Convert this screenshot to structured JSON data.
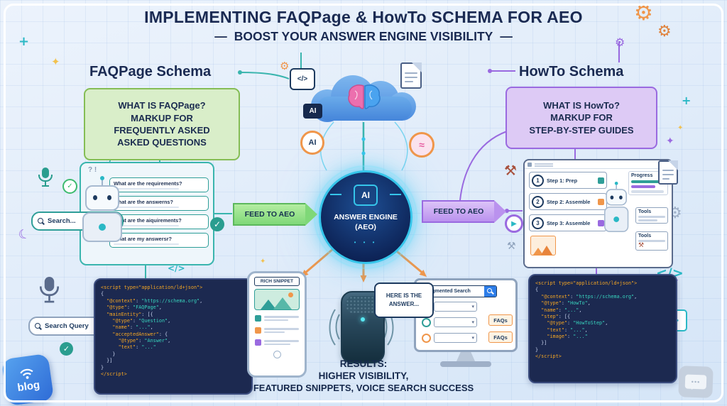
{
  "header": {
    "title": "IMPLEMENTING FAQPage & HowTo SCHEMA FOR AEO",
    "subtitle": "BOOST YOUR ANSWER ENGINE VISIBILITY",
    "dash": "—"
  },
  "faq_section": {
    "heading": "FAQPage Schema",
    "info_lines": [
      "WHAT IS FAQPage?",
      "MARKUP FOR",
      "FREQUENTLY ASKED",
      "ASKED QUESTIONS"
    ],
    "panel_doodle": "? !",
    "faq_items": [
      "What are the requirements?",
      "What are the answerns?",
      "What are the aiquirements?",
      "What are my answersr?"
    ],
    "search_placeholder": "Search...",
    "search_query_label": "Search Query",
    "code_chip": "</>",
    "code_lines": [
      "<script type=\"application/ld+json\">",
      "{",
      "  \"@context\": \"https://schema.org\",",
      "  \"@type\": \"FAQPage\",",
      "  \"mainEntity\": [{",
      "    \"@type\": \"Question\",",
      "    \"name\": \"...\",",
      "    \"acceptedAnswer\": {",
      "      \"@type\": \"Answer\",",
      "      \"text\": \"...\"",
      "    }",
      "  }]",
      "}",
      "</script>"
    ]
  },
  "center": {
    "code_chip_top": "</>",
    "cloud_ai_badge": "AI",
    "ai_ring_label": "AI",
    "core_label": "AI",
    "engine_line1": "ANSWER ENGINE",
    "engine_line2": "(AEO)",
    "feed_left_label": "FEED TO AEO",
    "feed_right_label": "FEED TO AEO"
  },
  "outputs": {
    "rich_snippet_label": "RICH SNIPPET",
    "here_line1": "HERE IS THE",
    "here_line2": "ANSWER...",
    "monitor_search_text": "Augmented Search",
    "faqs_badge": "FAQs",
    "results_line1": "RESULTS:",
    "results_line2": "HIGHER VISIBILITY,",
    "results_line3": "FEATURED SNIPPETS, VOICE SEARCH SUCCESS"
  },
  "howto_section": {
    "heading": "HowTo Schema",
    "info_lines": [
      "WHAT IS HowTo?",
      "MARKUP FOR",
      "STEP-BY-STEP GUIDES"
    ],
    "steps": [
      {
        "num": "1",
        "label": "Step 1: Prep"
      },
      {
        "num": "2",
        "label": "Step 2: Assemble"
      },
      {
        "num": "3",
        "label": "Step 3: Assemble"
      }
    ],
    "progress_label": "Progress",
    "tools_label_1": "Tools",
    "tools_label_2": "Tools",
    "code_chip_big": "</>",
    "code_chip_boxed": "</>",
    "code_lines": [
      "<script type=\"application/ld+json\">",
      "{",
      "  \"@context\": \"https://schema.org\",",
      "  \"@type\": \"HowTo\",",
      "  \"name\": \"...\",",
      "  \"step\": [{",
      "    \"@type\": \"HowToStep\",",
      "    \"text\": \"...\",",
      "    \"image\": \"...\"",
      "  }]",
      "}",
      "</script>"
    ]
  },
  "footer": {
    "blog_label": "blog"
  }
}
